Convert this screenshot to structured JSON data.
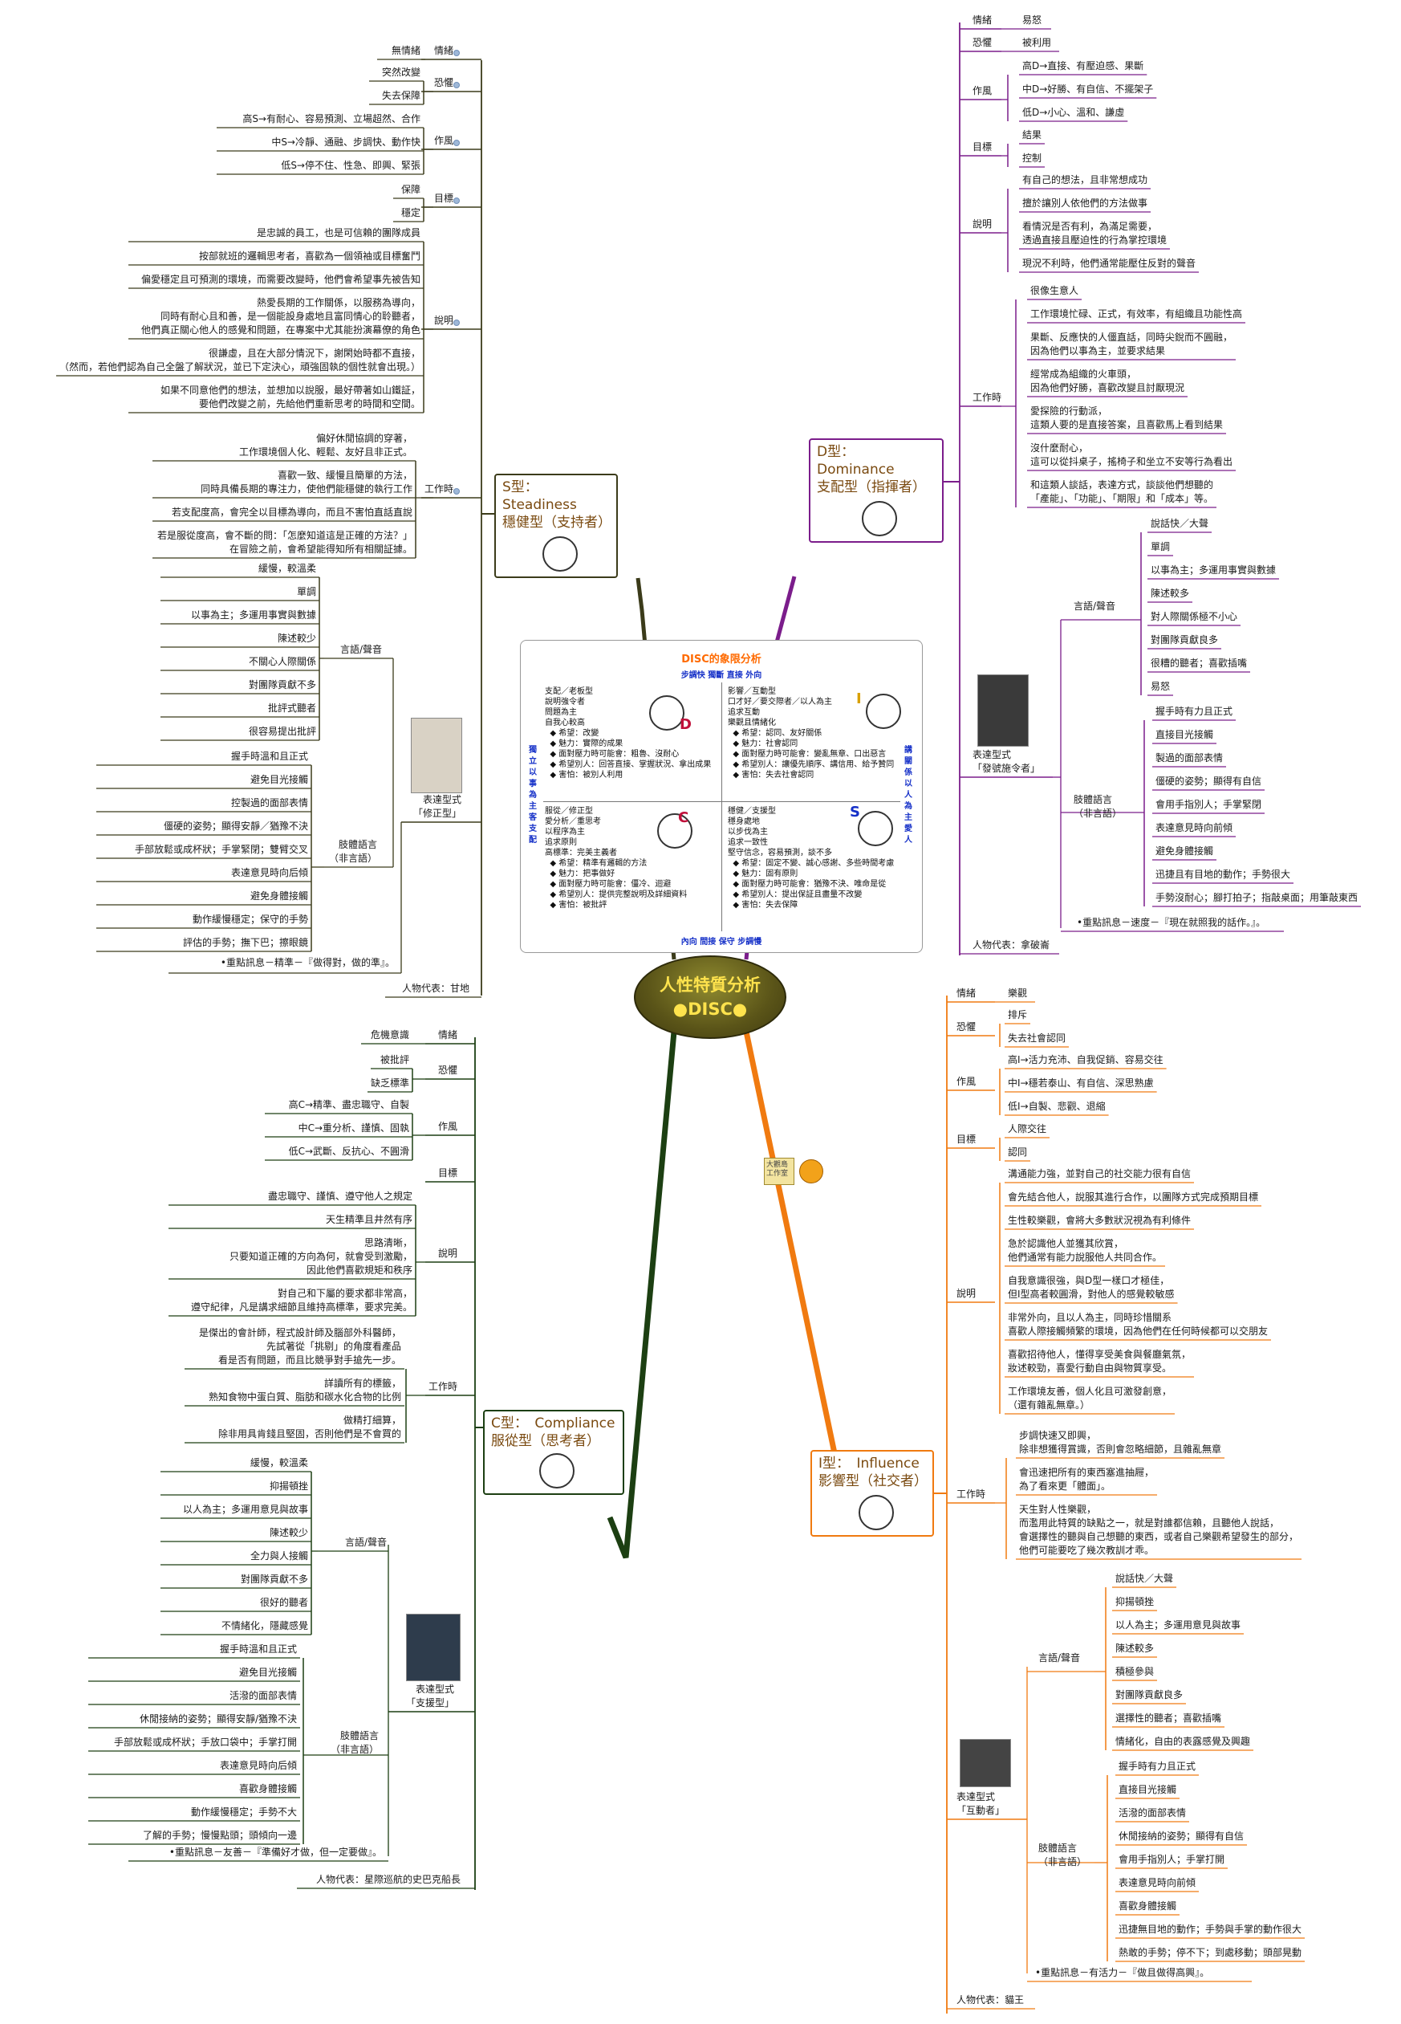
{
  "center": {
    "line1": "人性特質分析",
    "line2": "●DISC●"
  },
  "colors": {
    "s": "#3b3b1a",
    "d": "#7b1d8b",
    "c": "#1c3f12",
    "i": "#f07a10",
    "node": "#a6c0e0"
  },
  "disc_box": {
    "title": "DISC的象限分析",
    "top_axis": "步調快 獨斷 直接 外向",
    "bottom_axis": "內向 間接 保守 步調慢",
    "left_axis": "獨立 以事為主 客支配",
    "right_axis": "講關係 以人為主 愛人",
    "q_d": "支配／老板型\n說明強令者\n問題為主\n自我心較高\n  ◆ 希望：改變\n  ◆ 魅力：實際的成果\n  ◆ 面對壓力時可能會：粗魯、沒耐心\n  ◆ 希望別人：回答直接、掌握狀況、拿出成果\n  ◆ 害怕：被別人利用",
    "q_i": "影響／互動型\n口才好／要交際者／以人為主\n追求互動\n樂觀且情緒化\n  ◆ 希望：認同、友好關係\n  ◆ 魅力：社會認同\n  ◆ 面對壓力時可能會：變亂無章、口出惡言\n  ◆ 希望別人：讓優先順序、講信用、給予贊同\n  ◆ 害怕：失去社會認同",
    "q_c": "服從／修正型\n愛分析／重思考\n以程序為主\n追求原則\n高標準：完美主義者\n  ◆ 希望：精準有邏輯的方法\n  ◆ 魅力：把事做好\n  ◆ 面對壓力時可能會：僵冷、迴避\n  ◆ 希望別人：提供完整說明及詳細資料\n  ◆ 害怕：被批評",
    "q_s": "穩健／支援型\n穩身處地\n以步伐為主\n追求一致性\n堅守信念，容易預測，談不多\n  ◆ 希望：固定不變、誠心感謝、多些時間考慮\n  ◆ 魅力：固有原則\n  ◆ 面對壓力時可能會：猶豫不決、唯命是從\n  ◆ 希望別人：提出保証且盡量不改變\n  ◆ 害怕：失去保障"
  },
  "s_type": {
    "title1": "S型：　Steadiness",
    "title2": "穩健型（支持者）",
    "branches": {
      "emotion": "情緒",
      "emotion_v": "無情緒",
      "fear": "恐懼",
      "fear_v": [
        "突然改變",
        "失去保障"
      ],
      "style": "作風",
      "style_v": [
        "高S→有耐心、容易預測、立場超然、合作",
        "中S→冷靜、通融、步調快、動作快",
        "低S→停不住、性急、即興、緊張"
      ],
      "goal": "目標",
      "goal_v": [
        "保障",
        "穩定"
      ],
      "explain": "說明",
      "explain_v": [
        "是忠誠的員工，也是可信賴的團隊成員",
        "按部就班的邏輯思考者，喜歡為一個領袖或目標奮鬥",
        "偏愛穩定且可預測的環境，而需要改變時，他們會希望事先被告知",
        "熱愛長期的工作關係，以服務為導向，\n同時有耐心且和善，是一個能設身處地且富同情心的聆聽者，\n他們真正關心他人的感覺和問題，在專案中尤其能扮演幕僚的角色",
        "很謙虛，且在大部分情況下，謝閑始時都不直接，\n（然而，若他們認為自己全盤了解狀況，並已下定決心，頑強固執的個性就會出現。）",
        "如果不同意他們的想法，並想加以說服，最好帶著如山鐵証，\n要他們改變之前，先給他們重新思考的時間和空間。"
      ],
      "work": "工作時",
      "work_v": [
        "偏好休閒協調的穿著，\n工作環境個人化、輕鬆、友好且非正式。",
        "喜歡一致、緩慢且簡單的方法，\n同時具備長期的專注力，使他們能穩健的執行工作",
        "若支配度高，會完全以目標為導向，而且不害怕直話直說",
        "若是服從度高，會不斷的問：「怎麼知道這是正確的方法？」\n在冒險之前，會希望能得知所有相關証據。"
      ],
      "expr": "表達型式\n「修正型」",
      "voice": "言語/聲音",
      "voice_v": [
        "緩慢，較溫柔",
        "單調",
        "以事為主；多運用事實與數據",
        "陳述較少",
        "不關心人際關係",
        "對團隊貢獻不多",
        "批評式聽者",
        "很容易提出批評"
      ],
      "body": "肢體語言\n（非言語）",
      "body_v": [
        "握手時溫和且正式",
        "避免目光接觸",
        "控製過的面部表情",
        "僵硬的姿勢；顯得安靜／猶豫不決",
        "手部放鬆或成杯狀；手掌緊閉；雙臂交叉",
        "表達意見時向后傾",
        "避免身體接觸",
        "動作緩慢穩定；保守的手勢",
        "評估的手勢；撫下巴；擦眼鏡"
      ],
      "key": "•重點訊息－精準－『做得對，做的準』。",
      "person": "人物代表：甘地"
    }
  },
  "d_type": {
    "title1": "D型：　Dominance",
    "title2": "支配型（指揮者）",
    "emotion": "情緒",
    "emotion_v": "易怒",
    "fear": "恐懼",
    "fear_v": "被利用",
    "style": "作風",
    "style_v": [
      "高D→直接、有壓迫感、果斷",
      "中D→好勝、有自信、不擺架子",
      "低D→小心、溫和、謙虛"
    ],
    "goal": "目標",
    "goal_v": [
      "結果",
      "控制"
    ],
    "explain": "說明",
    "explain_v": [
      "有自己的想法，且非常想成功",
      "擅於讓別人依他們的方法做事",
      "看情況是否有利，為滿足需要，\n透過直接且壓迫性的行為掌控環境",
      "現況不利時，他們通常能壓住反對的聲音"
    ],
    "work": "工作時",
    "work_v": [
      "很像生意人",
      "工作環境忙碌、正式，有效率，有組織且功能性高",
      "果斷、反應快的人僵直話，同時尖銳而不圓融，\n因為他們以事為主，並要求結果",
      "經常成為組織的火車頭，\n因為他們好勝，喜歡改變且討厭現況",
      "愛探險的行動派，\n這類人要的是直接答案，且喜歡馬上看到結果",
      "沒什麼耐心，\n這可以從抖桌子，搖椅子和坐立不安等行為看出",
      "和這類人談話，表達方式，談談他們想聽的\n「產能」、「功能」、「期限」和「成本」等。"
    ],
    "expr": "表達型式\n「發號施令者」",
    "voice": "言語/聲音",
    "voice_v": [
      "說話快／大聲",
      "單調",
      "以事為主；多運用事實與數據",
      "陳述較多",
      "對人際關係極不小心",
      "對團隊貢獻良多",
      "很糟的聽者；喜歡插嘴",
      "易怒"
    ],
    "body": "肢體語言\n（非言語）",
    "body_v": [
      "握手時有力且正式",
      "直接目光接觸",
      "製過的面部表情",
      "僵硬的姿勢；顯得有自信",
      "會用手指別人；手掌緊閉",
      "表達意見時向前傾",
      "避免身體接觸",
      "迅捷且有目地的動作；手勢很大",
      "手勢沒耐心；腳打拍子；指敲桌面；用筆敲東西"
    ],
    "key": "•重點訊息－速度－『現在就照我的話作。』。",
    "person": "人物代表：拿破崙"
  },
  "c_type": {
    "title1": "C型：　Compliance",
    "title2": "服從型（思考者）",
    "emotion": "情緒",
    "emotion_v": "危機意識",
    "fear": "恐懼",
    "fear_v": [
      "被批評",
      "缺乏標準"
    ],
    "style": "作風",
    "style_v": [
      "高C→精準、盡忠職守、自製",
      "中C→重分析、謹慎、固執",
      "低C→武斷、反抗心、不圓滑"
    ],
    "goal": "目標",
    "explain": "說明",
    "explain_v": [
      "盡忠職守、謹慎、遵守他人之規定",
      "天生精準且井然有序",
      "思路清晰，\n只要知道正確的方向為何，就會受到激勵，\n因此他們喜歡規矩和秩序",
      "對自己和下屬的要求都非常高，\n遵守紀律，凡是講求細節且維持高標準，要求完美。"
    ],
    "work": "工作時",
    "work_v": [
      "是傑出的會計師，程式設計師及腦部外科醫師，\n先試著從「挑剔」的角度看產品\n看是否有問題，而且比競爭對手搶先一步。",
      "詳讀所有的標籤，\n熟知食物中蛋白質、脂肪和碳水化合物的比例",
      "做精打細算，\n除非用具肯錢且堅固，否則他們是不會買的"
    ],
    "expr": "表達型式\n「支援型」",
    "voice": "言語/聲音",
    "voice_v": [
      "緩慢，較溫柔",
      "抑揚頓挫",
      "以人為主；多運用意見與故事",
      "陳述較少",
      "全力與人接觸",
      "對團隊貢獻不多",
      "很好的聽者",
      "不情緒化，隱藏感覺"
    ],
    "body": "肢體語言\n（非言語）",
    "body_v": [
      "握手時溫和且正式",
      "避免目光接觸",
      "活潑的面部表情",
      "休閒接納的姿勢；顯得安靜/猶豫不決",
      "手部放鬆或成杯狀；手放口袋中；手掌打開",
      "表達意見時向后傾",
      "喜歡身體接觸",
      "動作緩慢穩定；手勢不大",
      "了解的手勢；慢慢點頭；頭傾向一邊"
    ],
    "key": "•重點訊息－友善－『準備好才做，但一定要做』。",
    "person": "人物代表：星際巡航的史巴克船長"
  },
  "i_type": {
    "title1": "I型：　Influence",
    "title2": "影響型（社交者）",
    "emotion": "情緒",
    "emotion_v": "樂觀",
    "fear": "恐懼",
    "fear_v": [
      "排斥",
      "失去社會認同"
    ],
    "style": "作風",
    "style_v": [
      "高I→活力充沛、自我促銷、容易交往",
      "中I→穩若泰山、有自信、深思熟慮",
      "低I→自製、悲觀、退縮"
    ],
    "goal": "目標",
    "goal_v": [
      "人際交往",
      "認同"
    ],
    "explain": "說明",
    "explain_v": [
      "溝通能力強，並對自己的社交能力很有自信",
      "會先結合他人，說服其進行合作，以團隊方式完成預期目標",
      "生性較樂觀，會將大多數狀況視為有利條件",
      "急於認識他人並獲其欣賞，\n他們通常有能力說服他人共同合作。",
      "自我意識很強，與D型一樣口才極佳，\n但I型高者較圓滑，對他人的感覺較敏感",
      "非常外向，且以人為主，同時珍惜關系\n喜歡人際接觸頻繁的環境，因為他們在任何時候都可以交朋友",
      "喜歡招待他人，懂得享受美食與餐廳氣氛，\n妝述較勁，喜愛行動自由與物質享受。",
      "工作環境友善，個人化且可激發創意，\n（還有雜亂無章。）"
    ],
    "work": "工作時",
    "work_v": [
      "步調快速又即興，\n除非想獲得賞識，否則會忽略細節，且雜亂無章",
      "會迅速把所有的東西塞進抽屜，\n為了看來更「體面」。",
      "天生對人性樂觀，\n而濫用此特質的缺點之一，就是對誰都信賴，且聽他人說話，\n會選擇性的聽與自己想聽的東西，或者自己樂觀希望發生的部分，\n他們可能要吃了幾次教訓才乖。"
    ],
    "expr": "表達型式\n「互動者」",
    "voice": "言語/聲音",
    "voice_v": [
      "說話快／大聲",
      "抑揚頓挫",
      "以人為主；多運用意見與故事",
      "陳述較多",
      "積極參與",
      "對團隊貢獻良多",
      "選擇性的聽者；喜歡插嘴",
      "情緒化，自由的表露感覺及興趣"
    ],
    "body": "肢體語言\n（非言語）",
    "body_v": [
      "握手時有力且正式",
      "直接目光接觸",
      "活潑的面部表情",
      "休閒接納的姿勢；顯得有自信",
      "會用手指別人；手掌打開",
      "表達意見時向前傾",
      "喜歡身體接觸",
      "迅捷無目地的動作；手勢與手掌的動作很大",
      "熱敢的手勢；停不下；到處移動；頭部晃動"
    ],
    "key": "•重點訊息－有活力－『做且做得高興』。",
    "person": "人物代表：貓王"
  },
  "stamp": {
    "label": "大觀島\n工作室"
  }
}
